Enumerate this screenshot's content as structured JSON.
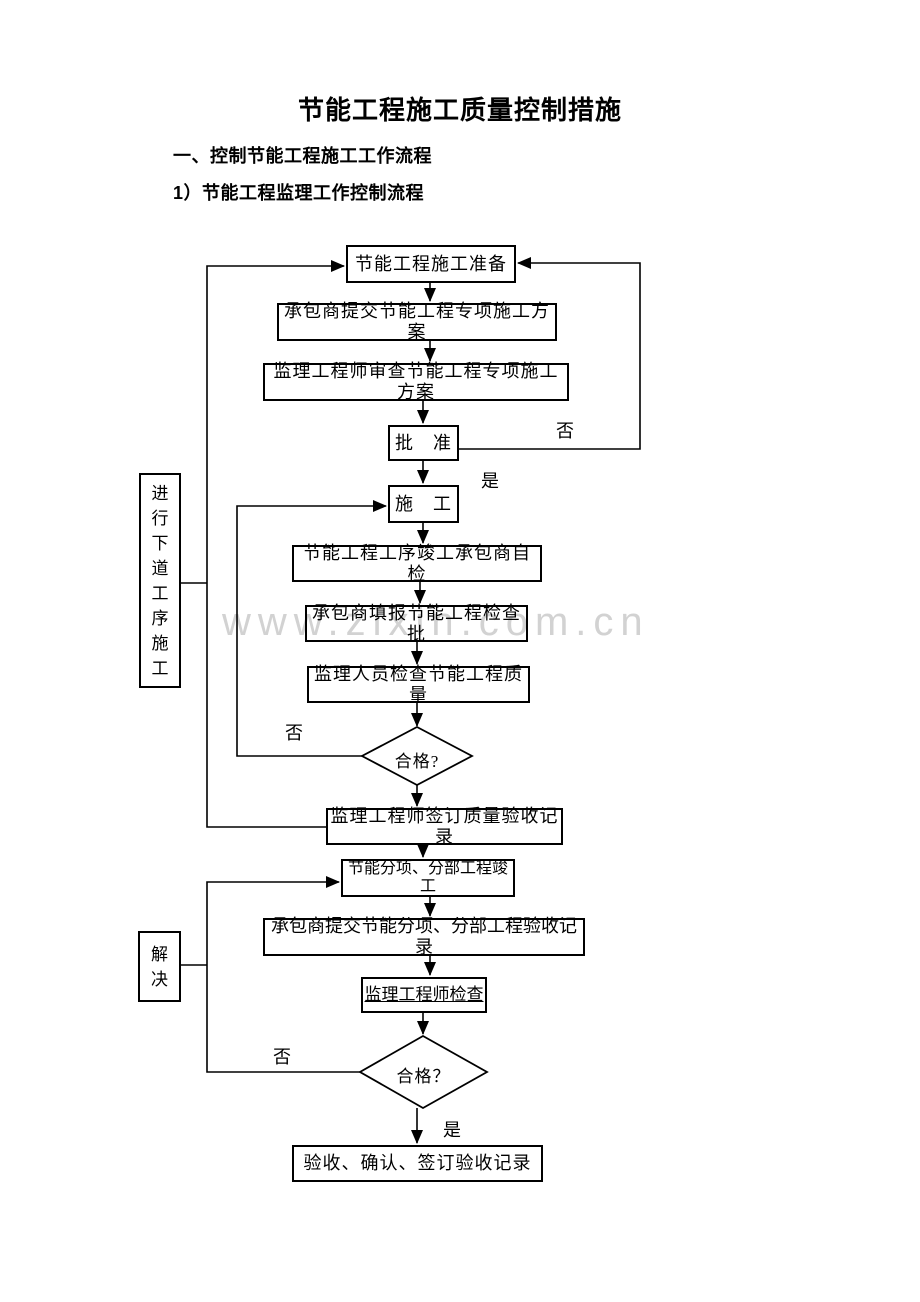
{
  "page": {
    "title": "节能工程施工质量控制措施",
    "section_heading": "一、控制节能工程施工工作流程",
    "sub_heading": "1）节能工程监理工作控制流程",
    "watermark": "www.zixin.com.cn"
  },
  "flowchart": {
    "nodes": {
      "prep": "节能工程施工准备",
      "submit_plan": "承包商提交节能工程专项施工方案",
      "review_plan": "监理工程师审查节能工程专项施工方案",
      "approve": "批　准",
      "construct": "施　工",
      "self_check": "节能工程工序竣工承包商自检",
      "fill_batch": "承包商填报节能工程检查批",
      "quality_check": "监理人员检查节能工程质量",
      "pass1": "合格?",
      "sign_record": "监理工程师签订质量验收记录",
      "subitem_complete": "节能分项、分部工程竣工",
      "submit_records": "承包商提交节能分项、分部工程验收记录",
      "engineer_check": "监理工程师检查",
      "pass2": "合格？",
      "final_accept": "验收、确认、签订验收记录",
      "next_process": "进\n行\n下\n道\n工\n序\n施\n工",
      "resolve": "解\n决"
    },
    "edge_labels": {
      "approve_no": "否",
      "approve_yes": "是",
      "quality_no": "否",
      "final_no": "否",
      "final_yes": "是"
    }
  },
  "colors": {
    "text": "#000000",
    "line": "#000000",
    "watermark": "#d2d2d2",
    "background": "#ffffff"
  }
}
